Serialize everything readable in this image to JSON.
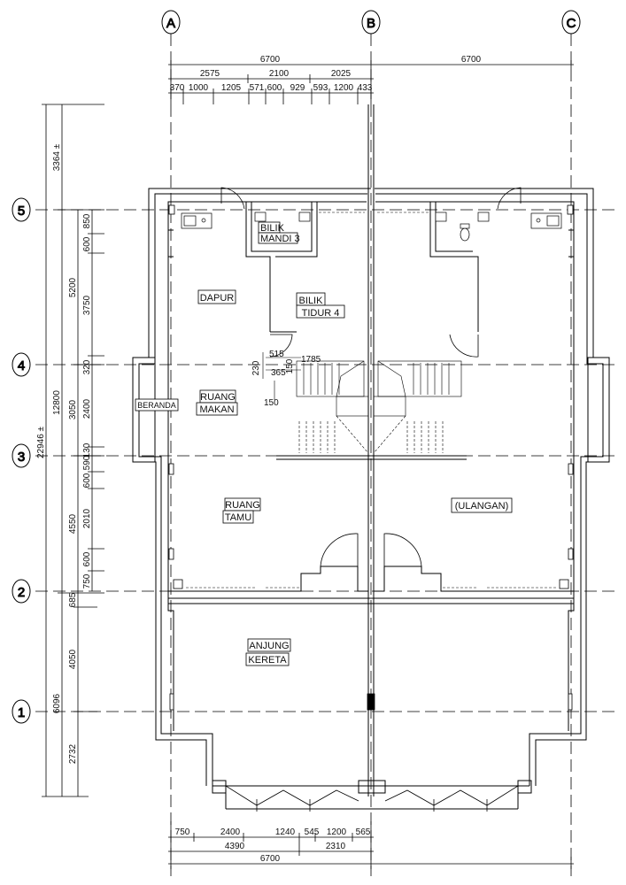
{
  "grid": {
    "columns": [
      "A",
      "B",
      "C"
    ],
    "rows": [
      "5",
      "4",
      "3",
      "2",
      "1"
    ]
  },
  "dims_top": {
    "overall": [
      "6700",
      "6700"
    ],
    "level2": [
      "2575",
      "2100",
      "2025"
    ],
    "level3": [
      "370",
      "1000",
      "1205",
      "571",
      "600",
      "929",
      "593",
      "1200",
      "433"
    ]
  },
  "dims_bottom": {
    "level1": [
      "750",
      "2400",
      "1240",
      "545",
      "1200",
      "565"
    ],
    "level2": [
      "4390",
      "2310"
    ],
    "overall": "6700"
  },
  "dims_left": {
    "outer": [
      "22946 ±"
    ],
    "col1": [
      "3364 ±",
      "12800",
      "6096"
    ],
    "col2": [
      "5200",
      "3050",
      "4550",
      "685",
      "4050",
      "2732"
    ],
    "col3": [
      "850",
      "600",
      "3750",
      "320",
      "2400",
      "130",
      "590",
      "600",
      "2010",
      "600",
      "750"
    ]
  },
  "dims_inner": {
    "d515": "515",
    "d230": "230",
    "d1785": "1785",
    "d365": "365",
    "d150a": "150",
    "d150b": "150"
  },
  "rooms": {
    "bilik_mandi_a": "BILIK",
    "bilik_mandi_b": "MANDI 3",
    "dapur": "DAPUR",
    "bilik_tidur_a": "BILIK",
    "bilik_tidur_b": "TIDUR 4",
    "beranda": "BERANDA",
    "ruang_makan_a": "RUANG",
    "ruang_makan_b": "MAKAN",
    "ruang_tamu_a": "RUANG",
    "ruang_tamu_b": "TAMU",
    "ulangan": "(ULANGAN)",
    "anjung_a": "ANJUNG",
    "anjung_b": "KERETA"
  }
}
